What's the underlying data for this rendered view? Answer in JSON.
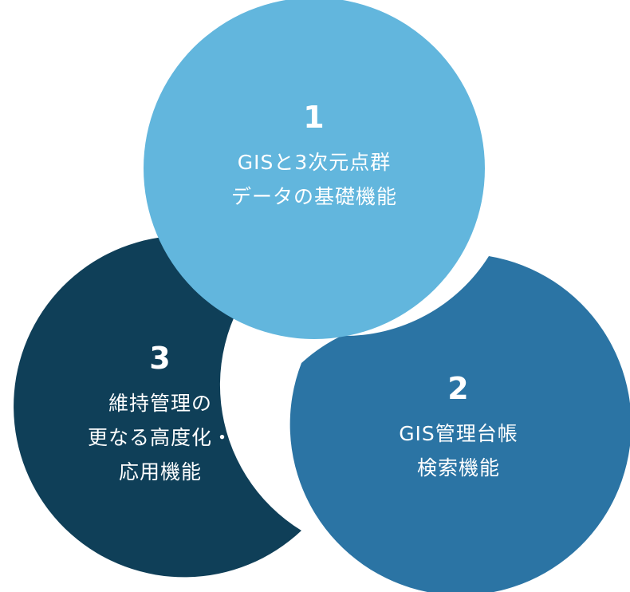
{
  "circles": [
    {
      "number": "1",
      "lines": [
        "GISと3次元点群",
        "データの基礎機能"
      ],
      "color": "#62b6dd"
    },
    {
      "number": "2",
      "lines": [
        "GIS管理台帳",
        "検索機能"
      ],
      "color": "#2b74a4"
    },
    {
      "number": "3",
      "lines": [
        "維持管理の",
        "更なる高度化・",
        "応用機能"
      ],
      "color": "#0f3f58"
    }
  ]
}
